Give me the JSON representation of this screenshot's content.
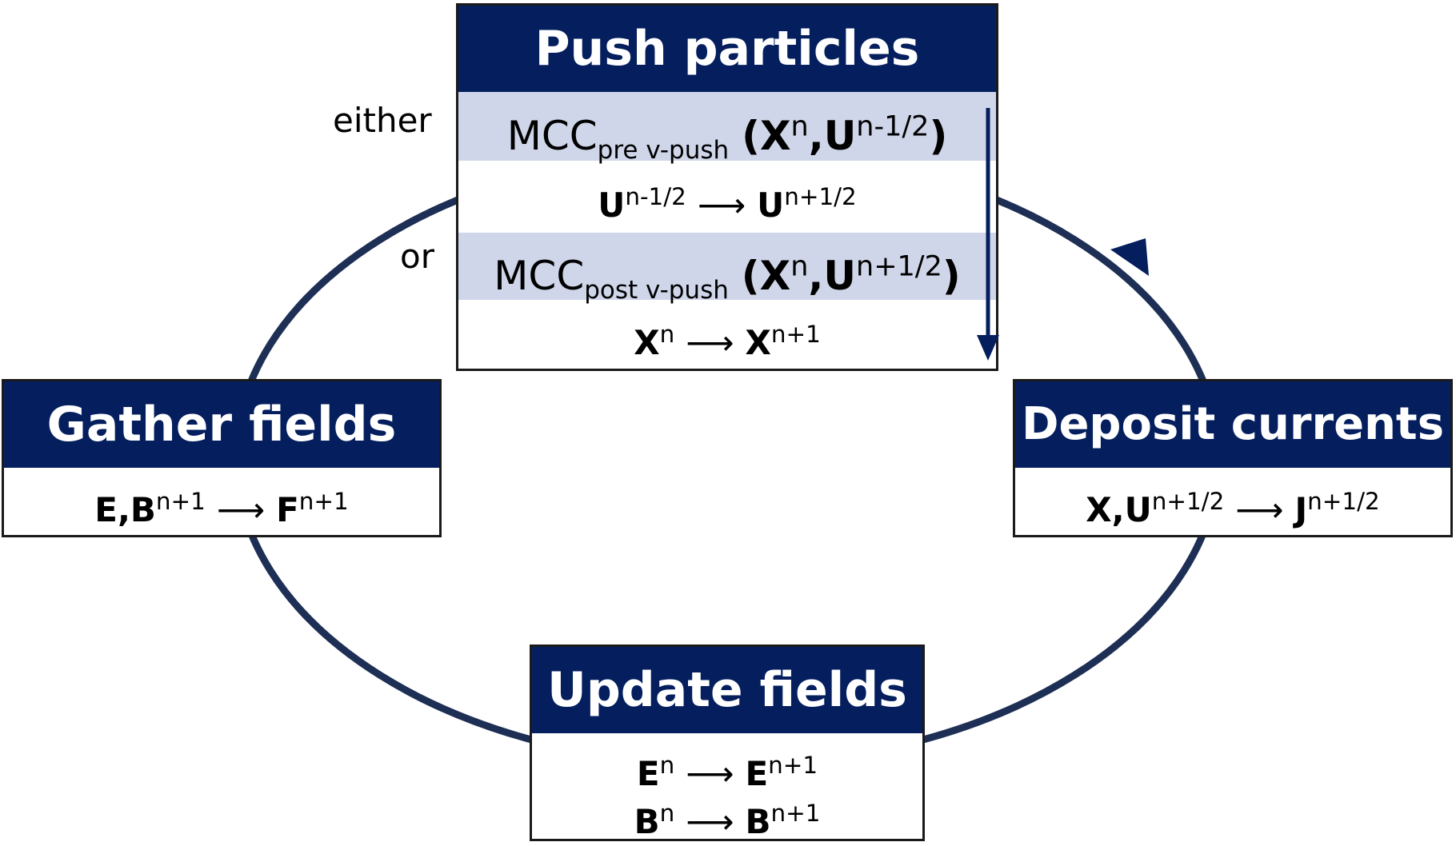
{
  "push": {
    "title": "Push particles",
    "either": "either",
    "or": "or",
    "mcc1": {
      "base": "MCC",
      "sub": "pre v-push",
      "open": "(",
      "x": "X",
      "x_sup": "n",
      "comma": ",",
      "u": "U",
      "u_sup": "n-1/2",
      "close": ")"
    },
    "step1": {
      "lhs": "U",
      "lhs_sup": "n-1/2",
      "arrow": "⟶",
      "rhs": "U",
      "rhs_sup": "n+1/2"
    },
    "mcc2": {
      "base": "MCC",
      "sub": "post v-push",
      "open": "(",
      "x": "X",
      "x_sup": "n",
      "comma": ",",
      "u": "U",
      "u_sup": "n+1/2",
      "close": ")"
    },
    "step2": {
      "lhs": "X",
      "lhs_sup": "n",
      "arrow": "⟶",
      "rhs": "X",
      "rhs_sup": "n+1"
    }
  },
  "gather": {
    "title": "Gather fields",
    "step": {
      "lhs": "E,B",
      "lhs_sup": "n+1",
      "arrow": "⟶",
      "rhs": "F",
      "rhs_sup": "n+1"
    }
  },
  "deposit": {
    "title": "Deposit currents",
    "step": {
      "lhs": "X,U",
      "lhs_sup": "n+1/2",
      "arrow": "⟶",
      "rhs": "J",
      "rhs_sup": "n+1/2"
    }
  },
  "update": {
    "title": "Update fields",
    "step1": {
      "lhs": "E",
      "lhs_sup": "n",
      "arrow": "⟶",
      "rhs": "E",
      "rhs_sup": "n+1"
    },
    "step2": {
      "lhs": "B",
      "lhs_sup": "n",
      "arrow": "⟶",
      "rhs": "B",
      "rhs_sup": "n+1"
    }
  },
  "colors": {
    "header": "#041e5e",
    "shade": "#cfd6e9",
    "cycle": "#1e2f55",
    "arrow": "#041e5e"
  }
}
